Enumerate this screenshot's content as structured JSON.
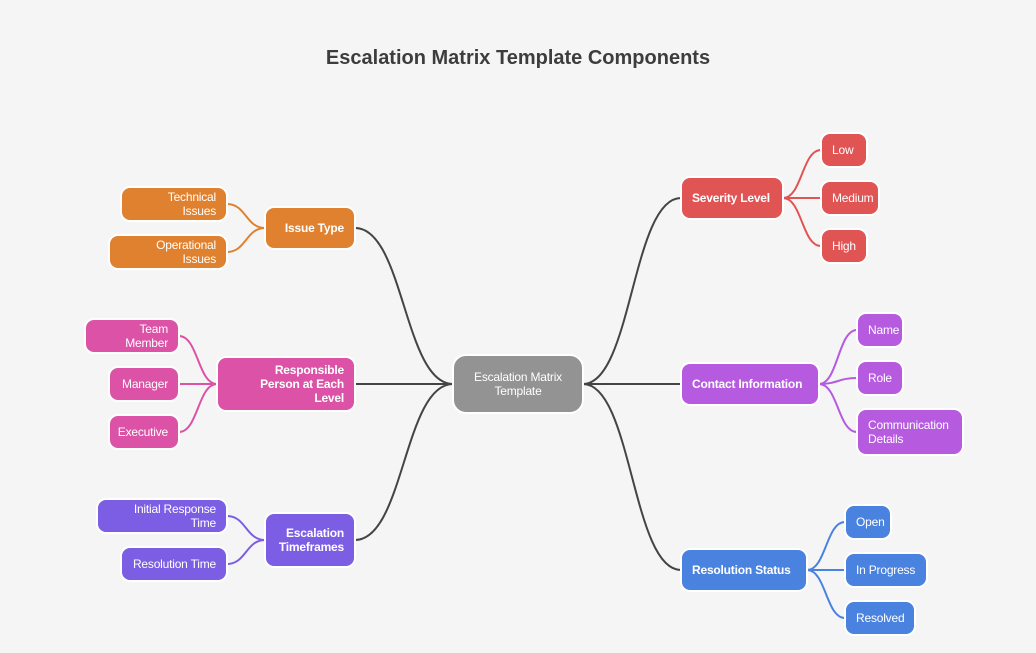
{
  "title": "Escalation Matrix Template Components",
  "root": {
    "label": "Escalation Matrix Template",
    "color": "#939393"
  },
  "branches": [
    {
      "id": "issue-type",
      "side": "left",
      "label": "Issue Type",
      "color": "#e0812f",
      "children": [
        "Technical Issues",
        "Operational Issues"
      ]
    },
    {
      "id": "responsible-person",
      "side": "left",
      "label": "Responsible Person at Each Level",
      "color": "#db52a6",
      "children": [
        "Team Member",
        "Manager",
        "Executive"
      ]
    },
    {
      "id": "escalation-timeframes",
      "side": "left",
      "label": "Escalation Timeframes",
      "color": "#7b5ee3",
      "children": [
        "Initial Response Time",
        "Resolution Time"
      ]
    },
    {
      "id": "severity-level",
      "side": "right",
      "label": "Severity Level",
      "color": "#e05454",
      "children": [
        "Low",
        "Medium",
        "High"
      ]
    },
    {
      "id": "contact-information",
      "side": "right",
      "label": "Contact Information",
      "color": "#b65be0",
      "children": [
        "Name",
        "Role",
        "Communication Details"
      ]
    },
    {
      "id": "resolution-status",
      "side": "right",
      "label": "Resolution Status",
      "color": "#4a82e0",
      "children": [
        "Open",
        "In Progress",
        "Resolved"
      ]
    }
  ],
  "connector_color": "#444444"
}
